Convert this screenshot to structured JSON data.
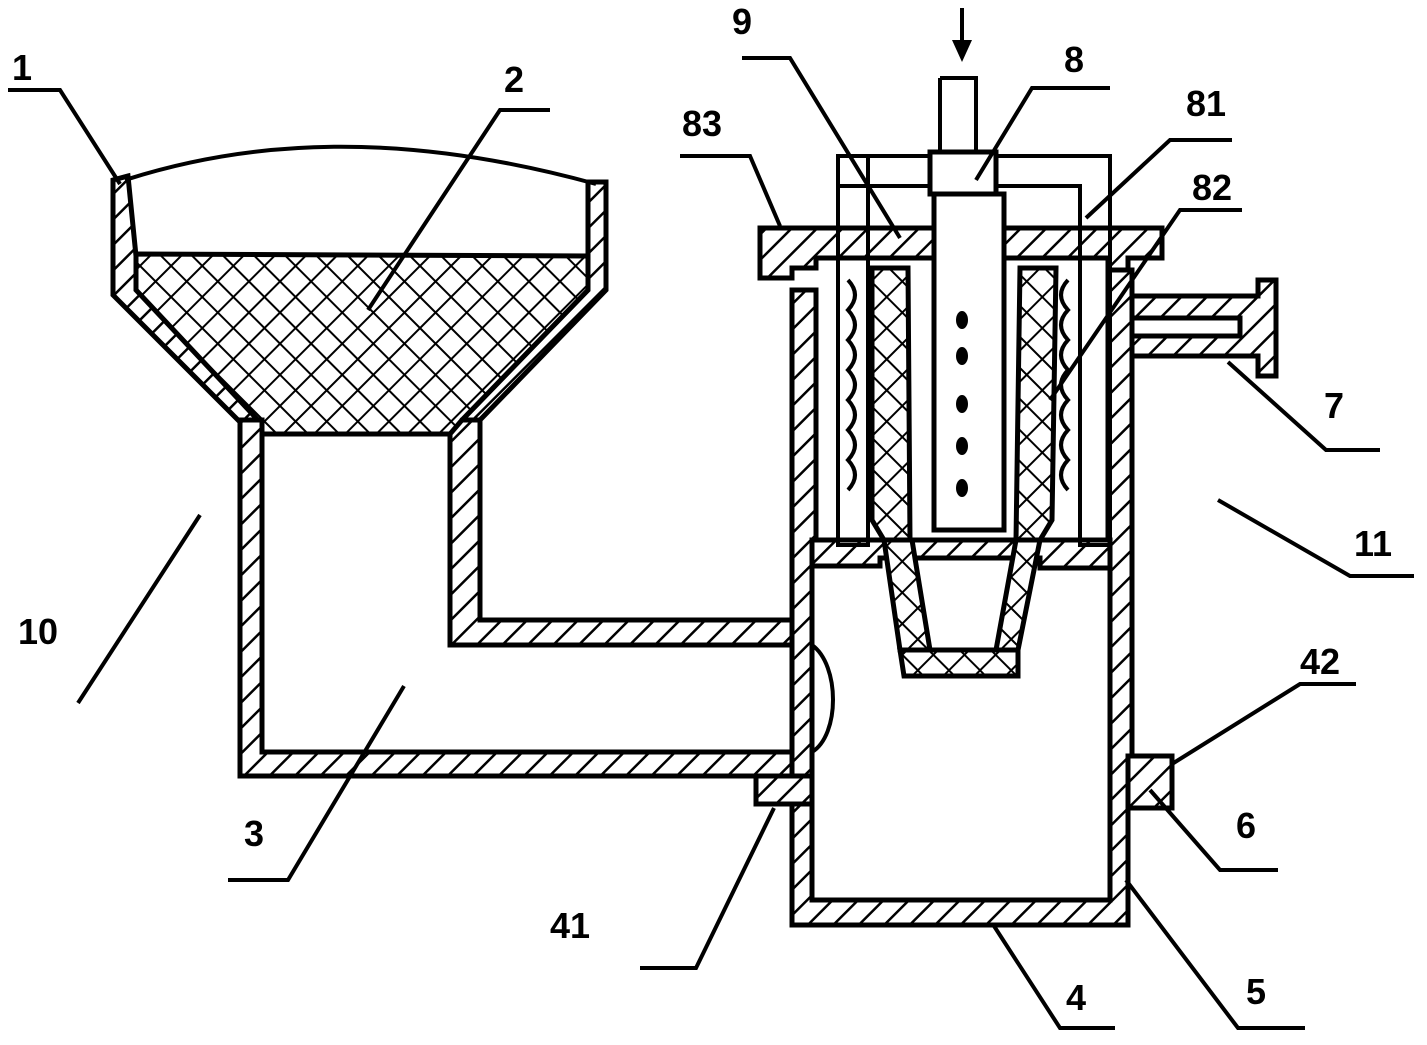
{
  "labels": {
    "l1": "1",
    "l2": "2",
    "l3": "3",
    "l4": "4",
    "l5": "5",
    "l6": "6",
    "l7": "7",
    "l8": "8",
    "l9": "9",
    "l10": "10",
    "l11": "11",
    "l41": "41",
    "l42": "42",
    "l81": "81",
    "l82": "82",
    "l83": "83"
  }
}
